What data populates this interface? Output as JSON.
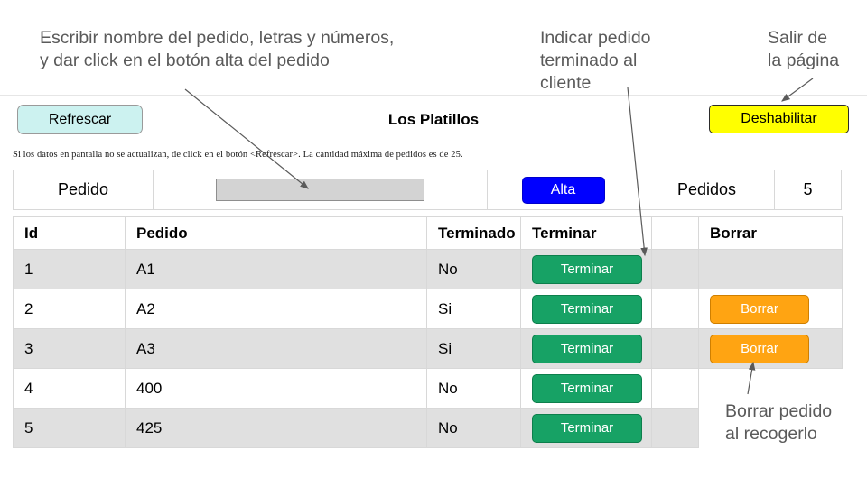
{
  "annotations": {
    "escribir": "Escribir nombre del pedido, letras y números,\ny dar click en el botón alta del pedido",
    "indicar": "Indicar pedido\nterminado al\ncliente",
    "salir": "Salir de\nla página",
    "borrar": "Borrar pedido\nal recogerlo"
  },
  "toolbar": {
    "refrescar_label": "Refrescar",
    "title": "Los Platillos",
    "deshabilitar_label": "Deshabilitar"
  },
  "note": "Si los datos en pantalla no se actualizan, de click en el botón <Refrescar>. La cantidad máxima de pedidos es de 25.",
  "input_row": {
    "pedido_label": "Pedido",
    "pedido_value": "",
    "pedido_placeholder": "",
    "alta_label": "Alta",
    "pedidos_label": "Pedidos",
    "pedidos_count": "5"
  },
  "table": {
    "headers": {
      "id": "Id",
      "pedido": "Pedido",
      "terminado": "Terminado",
      "terminar": "Terminar",
      "gap": "",
      "borrar": "Borrar"
    },
    "rows": [
      {
        "id": "1",
        "pedido": "A1",
        "terminado": "No",
        "terminar_label": "Terminar",
        "borrar_label": "",
        "has_borrar": false,
        "shaded": true
      },
      {
        "id": "2",
        "pedido": "A2",
        "terminado": "Si",
        "terminar_label": "Terminar",
        "borrar_label": "Borrar",
        "has_borrar": true,
        "shaded": false
      },
      {
        "id": "3",
        "pedido": "A3",
        "terminado": "Si",
        "terminar_label": "Terminar",
        "borrar_label": "Borrar",
        "has_borrar": true,
        "shaded": true
      },
      {
        "id": "4",
        "pedido": "400",
        "terminado": "No",
        "terminar_label": "Terminar",
        "borrar_label": "",
        "has_borrar": false,
        "shaded": false
      },
      {
        "id": "5",
        "pedido": "425",
        "terminado": "No",
        "terminar_label": "Terminar",
        "borrar_label": "",
        "has_borrar": false,
        "shaded": true
      }
    ]
  },
  "colors": {
    "refrescar_bg": "#CCF2F0",
    "deshabilitar_bg": "#FFFF00",
    "alta_bg": "#0000FF",
    "terminar_bg": "#17A265",
    "borrar_bg": "#FFA412",
    "row_shade": "#E0E0E0",
    "annotation_text": "#5A5A5A"
  }
}
